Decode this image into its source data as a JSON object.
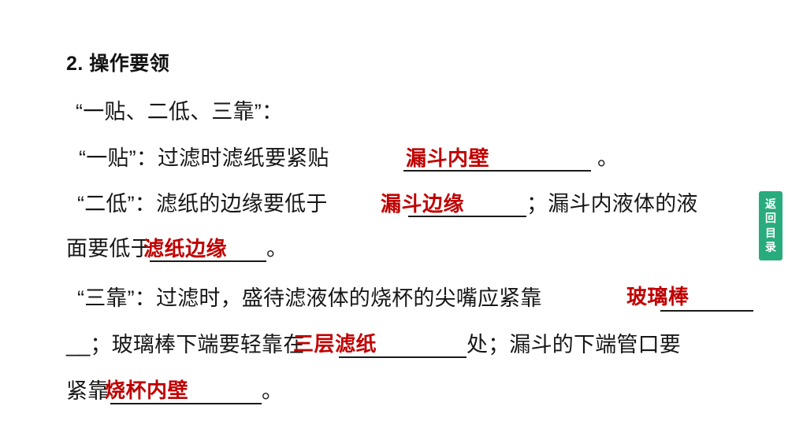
{
  "slide": {
    "heading": "2. 操作要领",
    "accent_red": "#C00000",
    "text_black": "#171717",
    "background": "#FFFFFF"
  },
  "body_lines": [
    {
      "id": "intro",
      "text": "“一贴、二低、三靠”："
    },
    {
      "id": "l1",
      "text": "“一贴”：过滤时滤纸要紧贴"
    },
    {
      "id": "l1_tail",
      "text": "。"
    },
    {
      "id": "l2",
      "text": "“二低”：滤纸的边缘要低于"
    },
    {
      "id": "l2_tail",
      "text": "；漏斗内液体的液"
    },
    {
      "id": "l3",
      "text": "面要低于"
    },
    {
      "id": "l3_tail",
      "text": "。"
    },
    {
      "id": "l4",
      "text": "“三靠”：过滤时，盛待滤液体的烧杯的尖嘴应紧靠"
    },
    {
      "id": "l5",
      "text": "__；玻璃棒下端要轻靠在"
    },
    {
      "id": "l5_tail",
      "text": "处；漏斗的下端管口要"
    },
    {
      "id": "l6",
      "text": "紧靠"
    },
    {
      "id": "l6_tail",
      "text": "。"
    }
  ],
  "answers": [
    {
      "id": "a1",
      "text": "漏斗内壁"
    },
    {
      "id": "a2",
      "text": "漏斗边缘"
    },
    {
      "id": "a3",
      "text": "滤纸边缘"
    },
    {
      "id": "a4",
      "text": "玻璃棒"
    },
    {
      "id": "a5",
      "text": "三层滤纸"
    },
    {
      "id": "a6",
      "text": "烧杯内壁"
    }
  ],
  "side_tab": {
    "label_chars": [
      "返",
      "回",
      "目",
      "录"
    ],
    "color": "#28AC7D"
  }
}
